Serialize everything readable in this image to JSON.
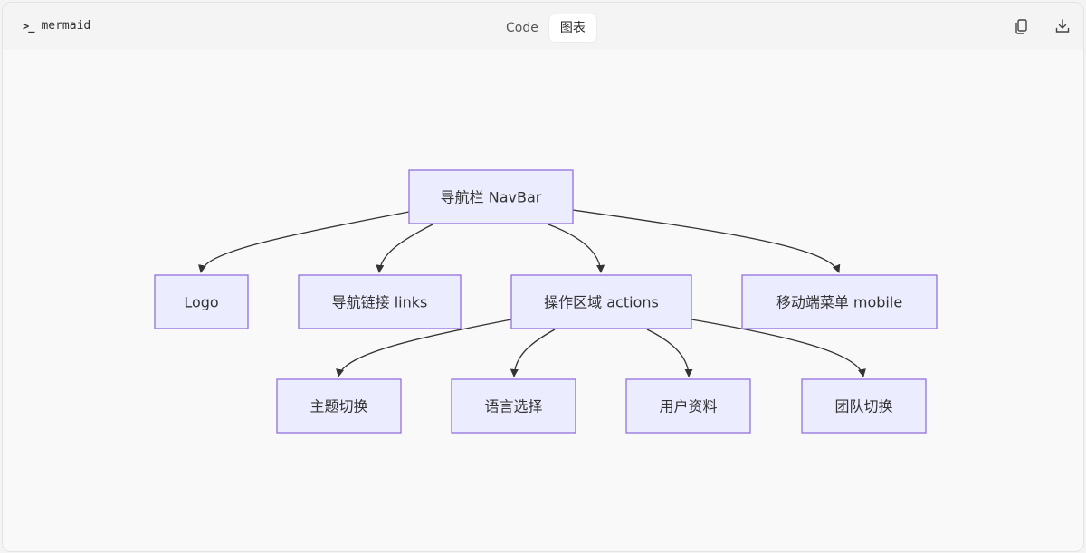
{
  "toolbar": {
    "language_label": "mermaid",
    "tabs": [
      {
        "label": "Code",
        "active": false
      },
      {
        "label": "图表",
        "active": true
      }
    ],
    "copy_icon": "copy-icon",
    "download_icon": "download-icon"
  },
  "diagram": {
    "type": "flowchart",
    "direction": "TD",
    "colors": {
      "node_fill": "#ececff",
      "node_stroke": "#9370db",
      "edge": "#333333"
    },
    "nodes": [
      {
        "id": "navbar",
        "label": "导航栏 NavBar"
      },
      {
        "id": "logo",
        "label": "Logo"
      },
      {
        "id": "links",
        "label": "导航链接 links"
      },
      {
        "id": "actions",
        "label": "操作区域 actions"
      },
      {
        "id": "mobile",
        "label": "移动端菜单 mobile"
      },
      {
        "id": "theme",
        "label": "主题切换"
      },
      {
        "id": "lang",
        "label": "语言选择"
      },
      {
        "id": "profile",
        "label": "用户资料"
      },
      {
        "id": "team",
        "label": "团队切换"
      }
    ],
    "edges": [
      {
        "from": "navbar",
        "to": "logo"
      },
      {
        "from": "navbar",
        "to": "links"
      },
      {
        "from": "navbar",
        "to": "actions"
      },
      {
        "from": "navbar",
        "to": "mobile"
      },
      {
        "from": "actions",
        "to": "theme"
      },
      {
        "from": "actions",
        "to": "lang"
      },
      {
        "from": "actions",
        "to": "profile"
      },
      {
        "from": "actions",
        "to": "team"
      }
    ]
  }
}
